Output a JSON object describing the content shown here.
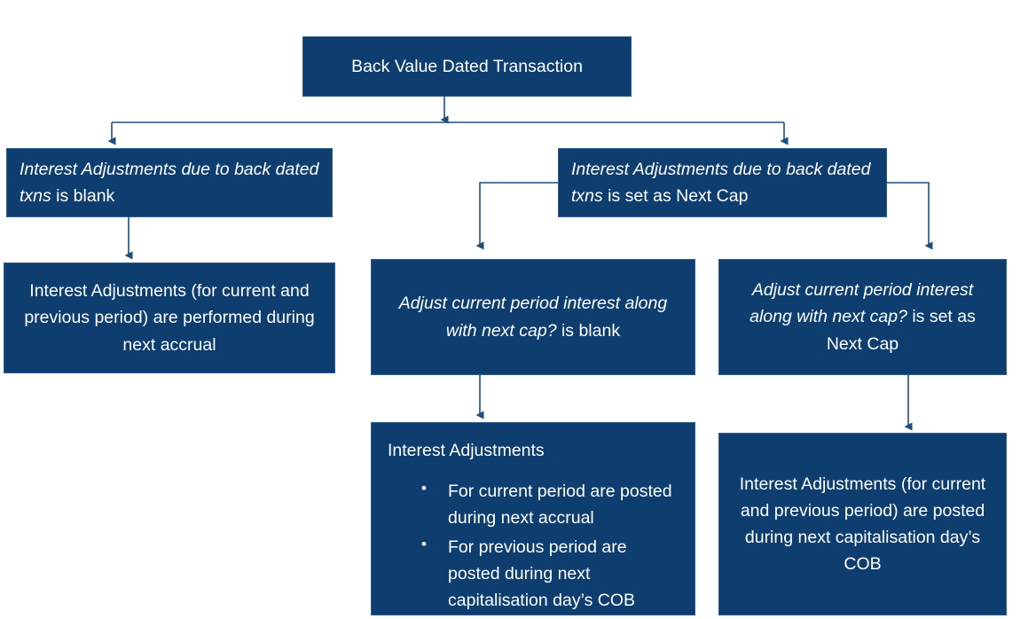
{
  "diagram": {
    "type": "flowchart",
    "title": "Back Value Dated Transaction decision flow",
    "colors": {
      "node_fill": "#0E3D70",
      "node_border": "#2E5B8C",
      "node_text": "#FFFFFF",
      "connector": "#1F4E79",
      "background": "#FFFFFF"
    },
    "nodes": {
      "root": {
        "label": "Back Value Dated Transaction",
        "align": "center"
      },
      "blank_branch": {
        "emphasis": "Interest Adjustments due to back dated txns",
        "rest": " is blank",
        "align": "left"
      },
      "nextcap_branch": {
        "emphasis": "Interest Adjustments due to back dated txns",
        "rest": " is set as Next Cap",
        "align": "left"
      },
      "performed_next_accrual": {
        "label": "Interest Adjustments (for current and previous period) are performed during next accrual",
        "align": "center"
      },
      "adjust_blank": {
        "emphasis": "Adjust current period interest along with next cap?",
        "rest": " is blank",
        "align": "center"
      },
      "adjust_nextcap": {
        "emphasis": "Adjust current period interest along with next cap?",
        "rest": " is set as Next Cap",
        "align": "center"
      },
      "bullets_box": {
        "heading": "Interest Adjustments",
        "items": [
          "For current period are posted during next accrual",
          "For previous period are posted during next capitalisation day’s COB"
        ],
        "align": "left"
      },
      "posted_cob": {
        "label": "Interest Adjustments (for current and previous period) are posted during next capitalisation day’s COB",
        "align": "center"
      }
    },
    "edges": [
      {
        "from": "root",
        "to": "split-bar",
        "style": "arrow-down"
      },
      {
        "from": "split-bar",
        "to": "blank_branch",
        "style": "arrow-down"
      },
      {
        "from": "split-bar",
        "to": "nextcap_branch",
        "style": "arrow-down"
      },
      {
        "from": "blank_branch",
        "to": "performed_next_accrual",
        "style": "arrow-down"
      },
      {
        "from": "nextcap_branch",
        "to": "adjust_blank",
        "style": "elbow-left-down"
      },
      {
        "from": "nextcap_branch",
        "to": "adjust_nextcap",
        "style": "elbow-right-down"
      },
      {
        "from": "adjust_blank",
        "to": "bullets_box",
        "style": "arrow-down"
      },
      {
        "from": "adjust_nextcap",
        "to": "posted_cob",
        "style": "arrow-down"
      }
    ]
  }
}
